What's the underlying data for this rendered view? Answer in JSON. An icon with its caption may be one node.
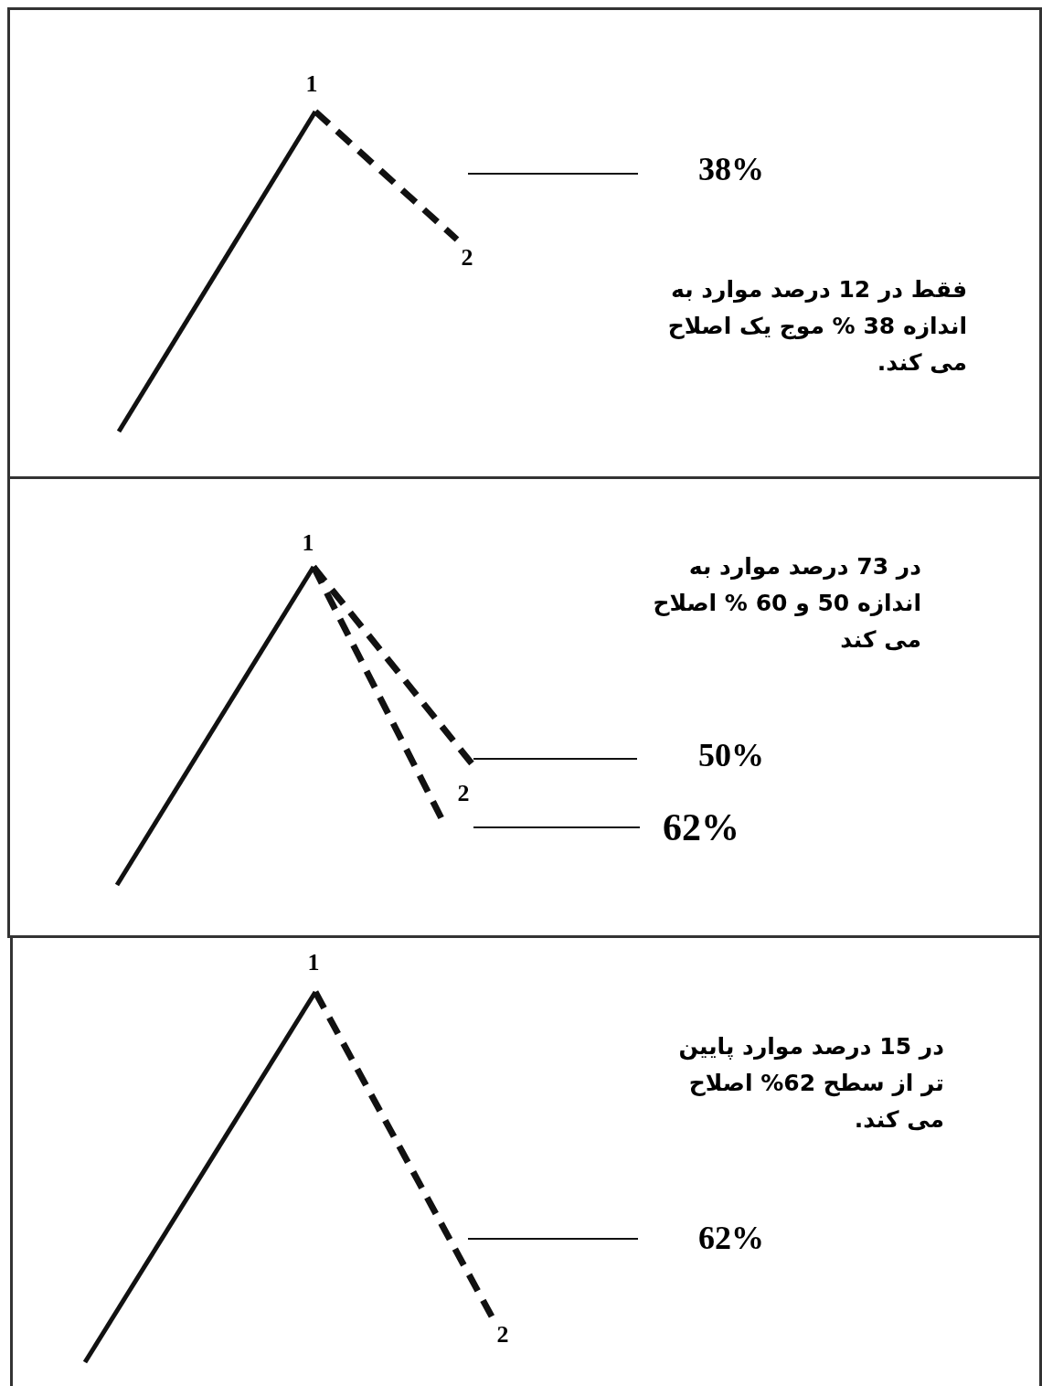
{
  "diagram": {
    "nodes": [
      {
        "text": [
          "فقط در 12 درصد موارد به اندازه 38 % موج یک اصلاح می کند."
        ]
      },
      {
        "text": [
          "در 73 درصد موارد به اندازه 50 و 60 % اصلاح می کند"
        ]
      },
      {
        "text": [
          "در 15 درصد موارد پایین تر از سطح 62% اصلاح می کند."
        ]
      }
    ],
    "labels": [
      "1",
      "38%",
      "2",
      "1",
      "50%",
      "2",
      "62%",
      "1",
      "62%",
      "2"
    ]
  }
}
